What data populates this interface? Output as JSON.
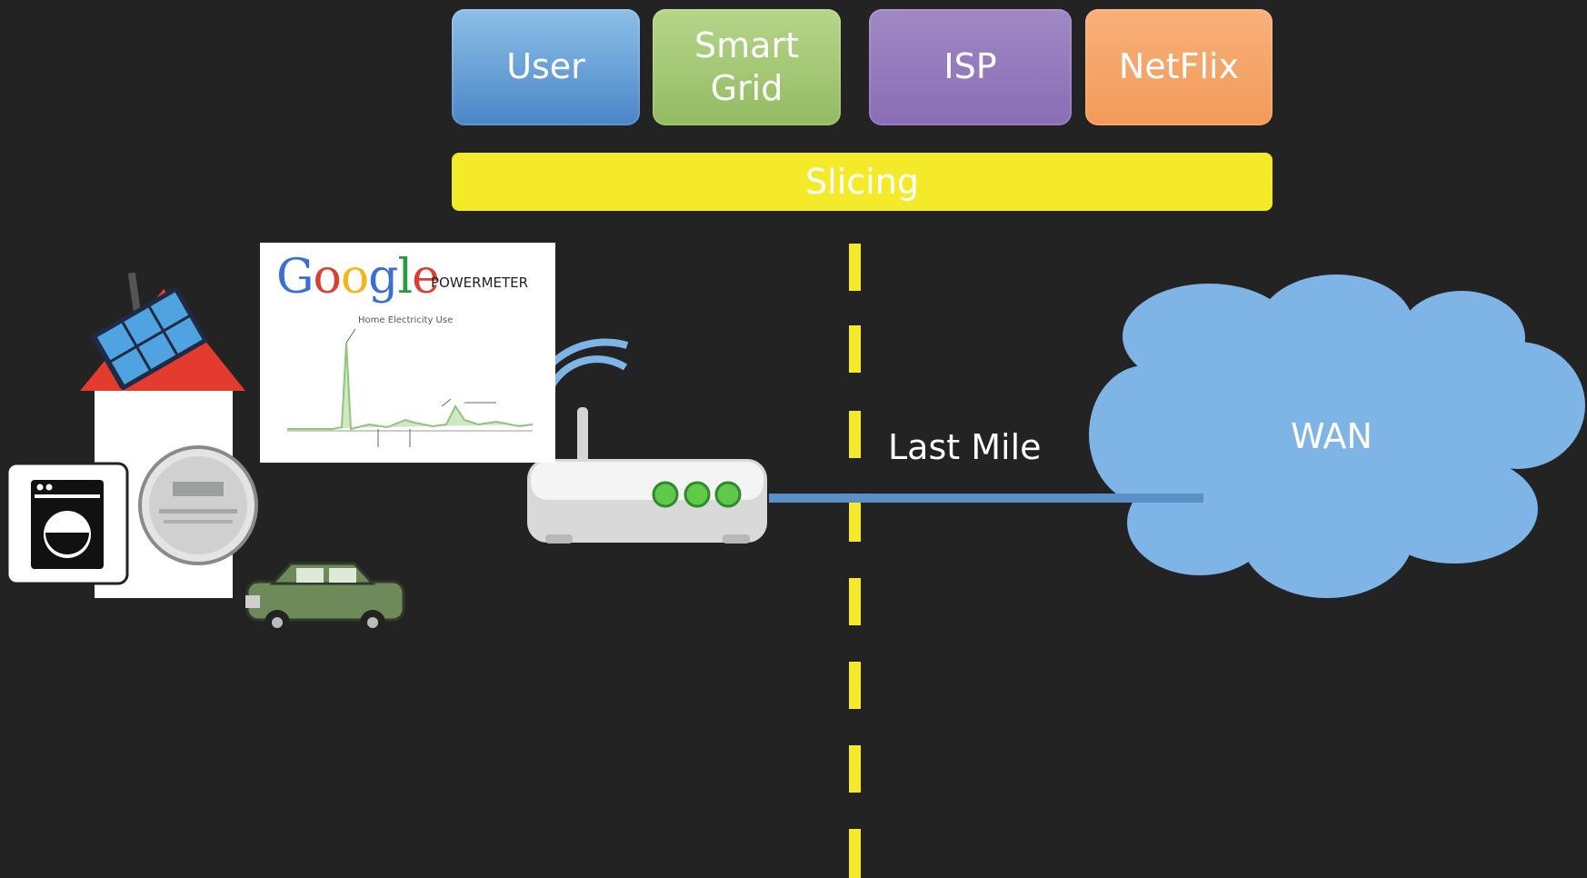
{
  "service_boxes": [
    {
      "label": "User",
      "color": "#5f98d4"
    },
    {
      "label_line1": "Smart",
      "label_line2": "Grid",
      "color": "#a5c876"
    },
    {
      "label": "ISP",
      "color": "#9579bd"
    },
    {
      "label": "NetFlix",
      "color": "#f5a566"
    }
  ],
  "slicing": {
    "label": "Slicing",
    "color": "#f4ea2a"
  },
  "link_label": "Last Mile",
  "cloud_label": "WAN",
  "powermeter": {
    "logo": "Google",
    "product": "POWERMETER",
    "caption": "Home Electricity Use"
  },
  "icons": [
    "house-icon",
    "solar-panel-icon",
    "washing-machine-icon",
    "smart-meter-icon",
    "electric-car-icon",
    "wifi-router-icon",
    "cloud-icon"
  ],
  "colors": {
    "background": "#232323",
    "divider": "#f4ea2a",
    "link": "#5b8fc7",
    "cloud": "#7fb4e6"
  }
}
